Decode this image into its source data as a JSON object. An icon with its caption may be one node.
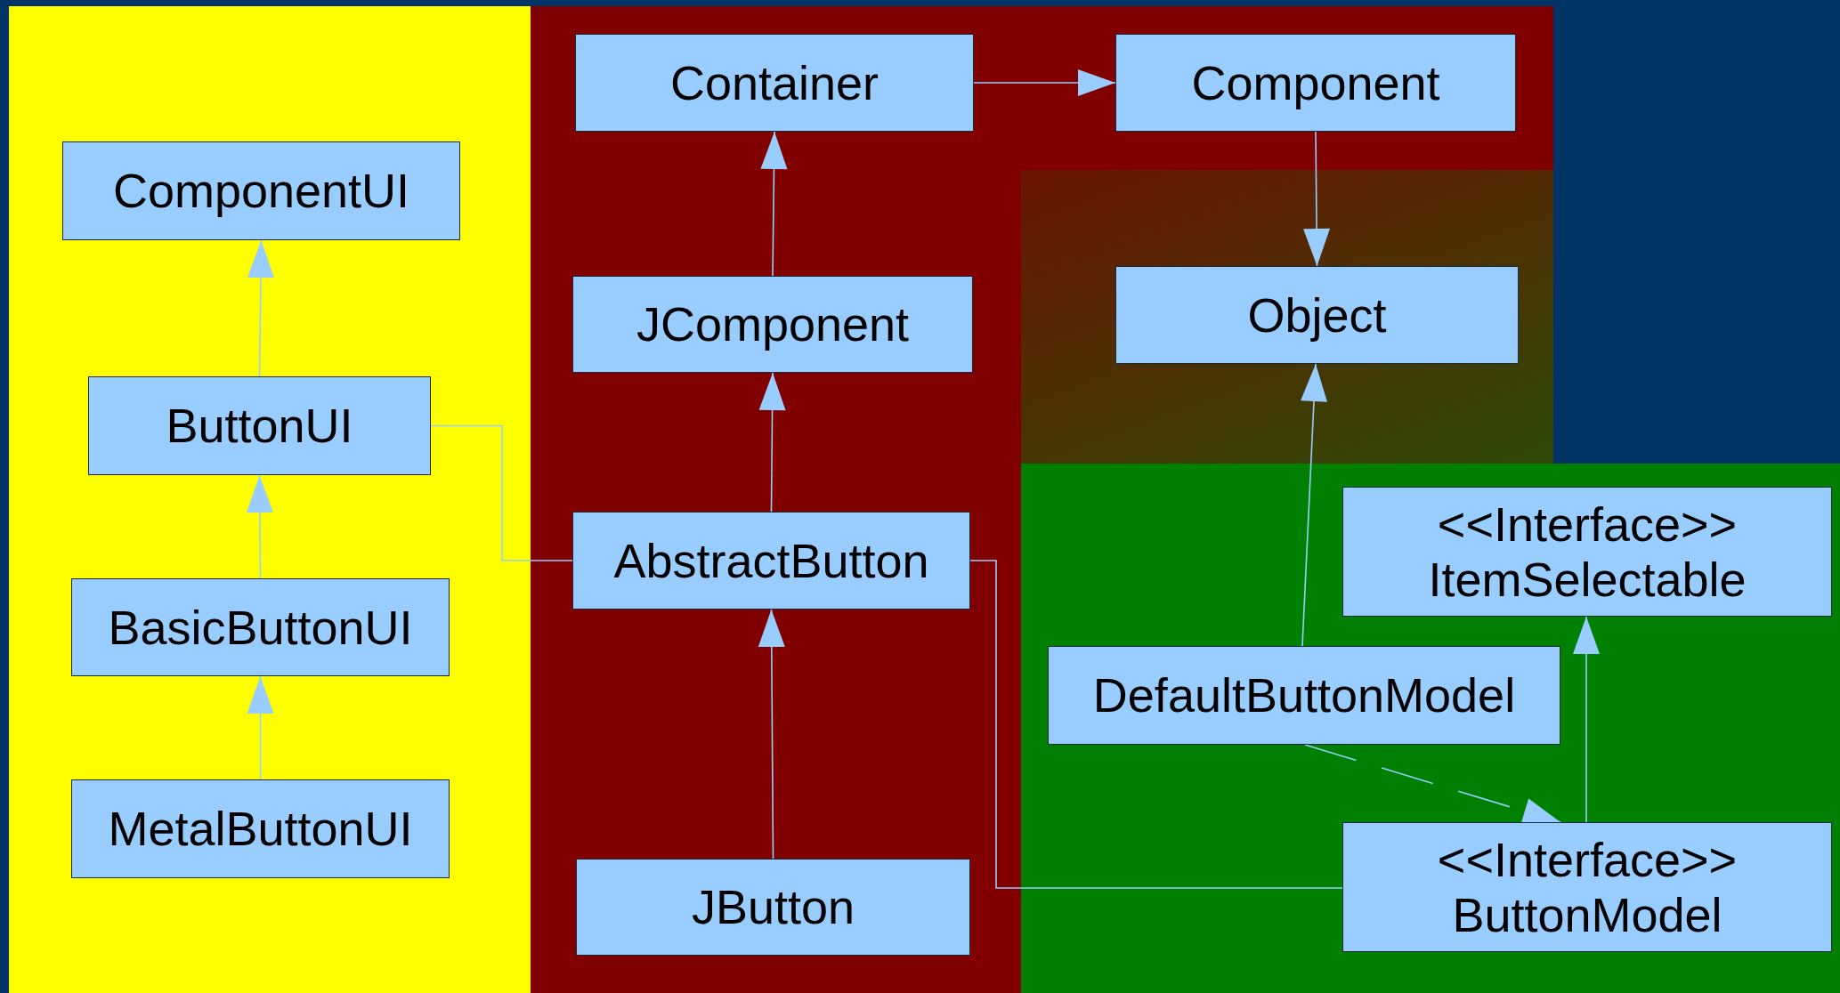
{
  "diagram": {
    "nodes": [
      {
        "text": [
          "ComponentUI"
        ]
      },
      {
        "text": [
          "ButtonUI"
        ]
      },
      {
        "text": [
          "BasicButtonUI"
        ]
      },
      {
        "text": [
          "MetalButtonUI"
        ]
      },
      {
        "text": [
          "Container"
        ]
      },
      {
        "text": [
          "Component"
        ]
      },
      {
        "text": [
          "JComponent"
        ]
      },
      {
        "text": [
          "AbstractButton"
        ]
      },
      {
        "text": [
          "JButton"
        ]
      },
      {
        "text": [
          "Object"
        ]
      },
      {
        "text": [
          "<<Interface>>",
          "ItemSelectable"
        ]
      },
      {
        "text": [
          "DefaultButtonModel"
        ]
      },
      {
        "text": [
          "<<Interface>>",
          "ButtonModel"
        ]
      }
    ],
    "edges": [
      {
        "from": 4,
        "to": 5,
        "arrow": "to"
      },
      {
        "from": 5,
        "to": 9,
        "arrow": "to"
      },
      {
        "from": 6,
        "to": 4,
        "arrow": "to"
      },
      {
        "from": 7,
        "to": 6,
        "arrow": "to"
      },
      {
        "from": 8,
        "to": 7,
        "arrow": "to"
      },
      {
        "from": 1,
        "to": 0,
        "arrow": "to"
      },
      {
        "from": 2,
        "to": 1,
        "arrow": "to"
      },
      {
        "from": 3,
        "to": 2,
        "arrow": "to"
      },
      {
        "from": 11,
        "to": 9,
        "arrow": "to"
      },
      {
        "from": 12,
        "to": 10,
        "arrow": "to"
      },
      {
        "from": 11,
        "to": 12,
        "arrow": "to",
        "style": "dashed"
      },
      {
        "from": 1,
        "to": 7,
        "arrow": "none"
      },
      {
        "from": 7,
        "to": 12,
        "arrow": "none"
      }
    ]
  }
}
